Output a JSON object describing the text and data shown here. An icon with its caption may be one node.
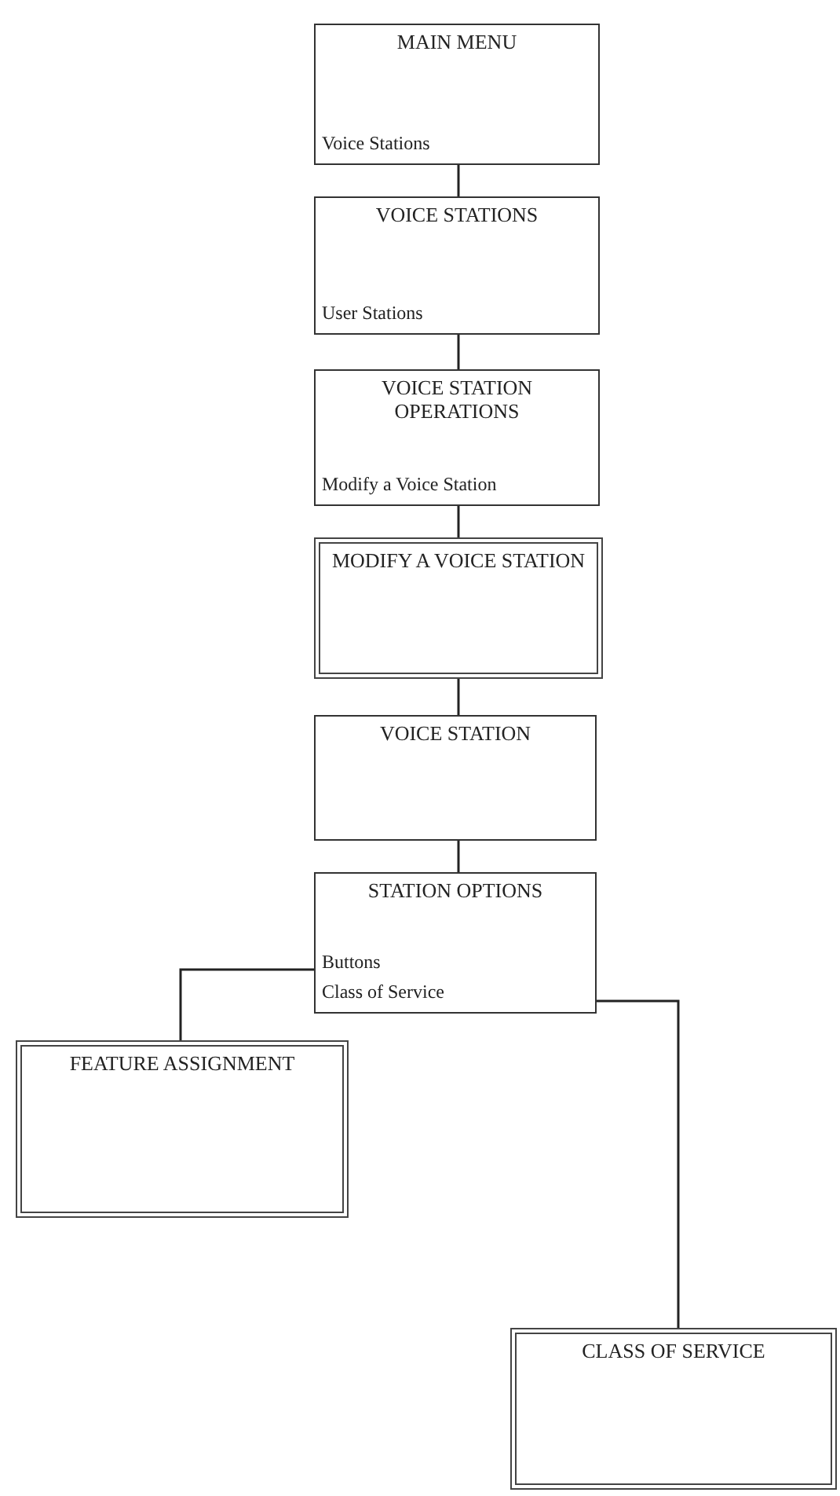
{
  "diagram": {
    "nodes": [
      {
        "text": [
          "MAIN MENU",
          "Voice Stations"
        ]
      },
      {
        "text": [
          "VOICE STATIONS",
          "User Stations"
        ]
      },
      {
        "text": [
          "VOICE STATION OPERATIONS",
          "Modify a Voice Station"
        ]
      },
      {
        "text": [
          "MODIFY A VOICE STATION"
        ]
      },
      {
        "text": [
          "VOICE STATION"
        ]
      },
      {
        "text": [
          "STATION OPTIONS",
          "Buttons",
          "Class of Service"
        ]
      },
      {
        "text": [
          "FEATURE ASSIGNMENT"
        ]
      },
      {
        "text": [
          "CLASS OF SERVICE"
        ]
      }
    ],
    "edges": [
      {
        "from": 0,
        "to": 1,
        "arrow": "none"
      },
      {
        "from": 1,
        "to": 2,
        "arrow": "none"
      },
      {
        "from": 2,
        "to": 3,
        "arrow": "none"
      },
      {
        "from": 3,
        "to": 4,
        "arrow": "none"
      },
      {
        "from": 4,
        "to": 5,
        "arrow": "none"
      },
      {
        "from": 5,
        "to": 6,
        "arrow": "none"
      },
      {
        "from": 5,
        "to": 7,
        "arrow": "none"
      }
    ]
  }
}
